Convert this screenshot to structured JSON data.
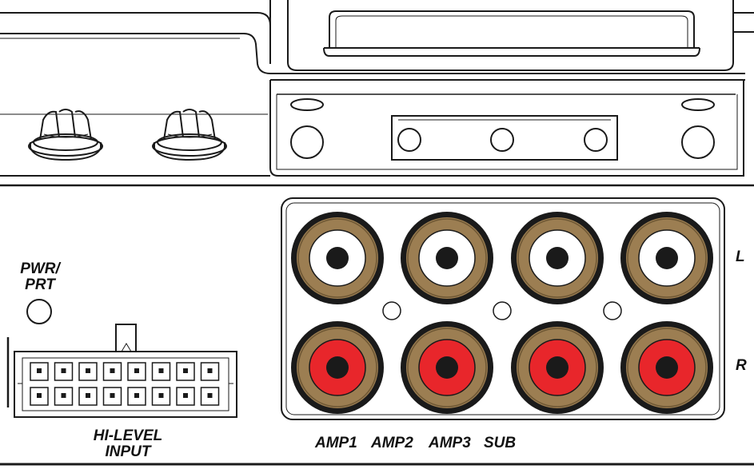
{
  "labels": {
    "pwr_line1": "PWR/",
    "pwr_line2": "PRT",
    "hilevel_line1": "HI-LEVEL",
    "hilevel_line2": "INPUT",
    "channel_left": "L",
    "channel_right": "R"
  },
  "rca_columns": [
    "AMP1",
    "AMP2",
    "AMP3",
    "SUB"
  ],
  "colors": {
    "outline": "#1a1a1a",
    "jack_ring": "#9c7e52",
    "jack_left_insert": "#ffffff",
    "jack_right_insert": "#e8262b",
    "jack_pin": "#1a1a1a"
  }
}
